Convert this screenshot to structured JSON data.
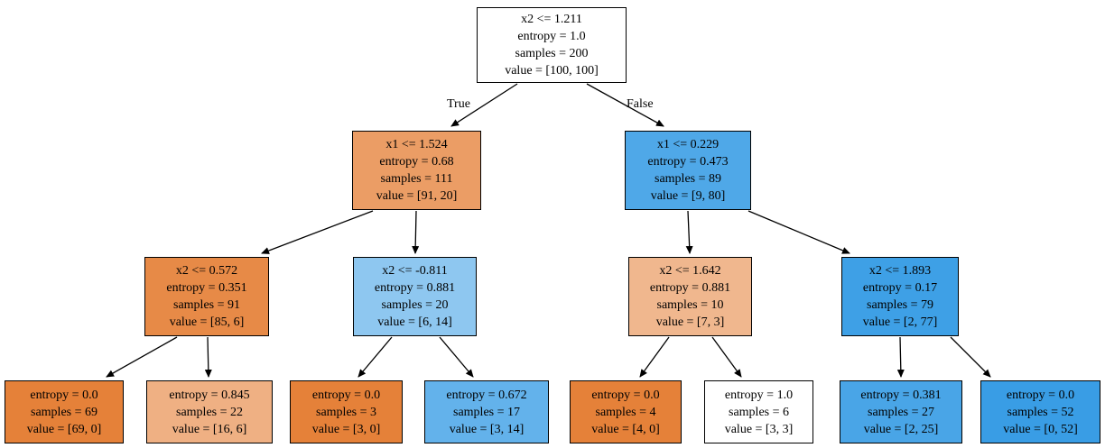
{
  "diagram": {
    "type": "decision-tree",
    "edge_labels": {
      "true_label": "True",
      "false_label": "False"
    },
    "colors": {
      "class0_orange": "#e58139",
      "class1_blue": "#399de5",
      "impure_white": "#ffffff"
    },
    "nodes": [
      {
        "condition": "x2 <= 1.211",
        "entropy": "entropy = 1.0",
        "samples": "samples = 200",
        "value": "value = [100, 100]",
        "bg": "#ffffff"
      },
      {
        "condition": "x1 <= 1.524",
        "entropy": "entropy = 0.68",
        "samples": "samples = 111",
        "value": "value = [91, 20]",
        "bg": "#eb9d65"
      },
      {
        "condition": "x1 <= 0.229",
        "entropy": "entropy = 0.473",
        "samples": "samples = 89",
        "value": "value = [9, 80]",
        "bg": "#4fa8e8"
      },
      {
        "condition": "x2 <= 0.572",
        "entropy": "entropy = 0.351",
        "samples": "samples = 91",
        "value": "value = [85, 6]",
        "bg": "#e78a47"
      },
      {
        "condition": "x2 <= -0.811",
        "entropy": "entropy = 0.881",
        "samples": "samples = 20",
        "value": "value = [6, 14]",
        "bg": "#8ec7f0"
      },
      {
        "condition": "x2 <= 1.642",
        "entropy": "entropy = 0.881",
        "samples": "samples = 10",
        "value": "value = [7, 3]",
        "bg": "#f0b78e"
      },
      {
        "condition": "x2 <= 1.893",
        "entropy": "entropy = 0.17",
        "samples": "samples = 79",
        "value": "value = [2, 77]",
        "bg": "#3ea0e6"
      },
      {
        "entropy": "entropy = 0.0",
        "samples": "samples = 69",
        "value": "value = [69, 0]",
        "bg": "#e58139"
      },
      {
        "entropy": "entropy = 0.845",
        "samples": "samples = 22",
        "value": "value = [16, 6]",
        "bg": "#efb083"
      },
      {
        "entropy": "entropy = 0.0",
        "samples": "samples = 3",
        "value": "value = [3, 0]",
        "bg": "#e58139"
      },
      {
        "entropy": "entropy = 0.672",
        "samples": "samples = 17",
        "value": "value = [3, 14]",
        "bg": "#63b2eb"
      },
      {
        "entropy": "entropy = 0.0",
        "samples": "samples = 4",
        "value": "value = [4, 0]",
        "bg": "#e58139"
      },
      {
        "entropy": "entropy = 1.0",
        "samples": "samples = 6",
        "value": "value = [3, 3]",
        "bg": "#ffffff"
      },
      {
        "entropy": "entropy = 0.381",
        "samples": "samples = 27",
        "value": "value = [2, 25]",
        "bg": "#49a5e7"
      },
      {
        "entropy": "entropy = 0.0",
        "samples": "samples = 52",
        "value": "value = [0, 52]",
        "bg": "#399de5"
      }
    ]
  }
}
